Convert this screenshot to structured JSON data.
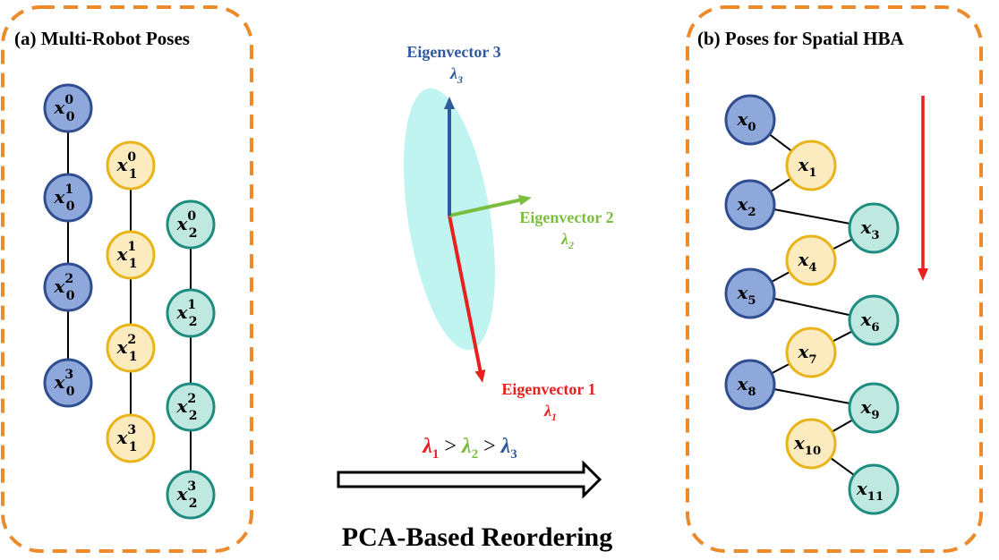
{
  "colors": {
    "panel_border": "#ED8B2C",
    "robot0_fill": "#8FA8DC",
    "robot0_stroke": "#2F4D8F",
    "robot1_fill": "#FDEBC0",
    "robot1_stroke": "#E8B419",
    "robot2_fill": "#BFE8E0",
    "robot2_stroke": "#1E8C7E",
    "ellipse_fill": "#BDF3EF",
    "eig1": "#E8201E",
    "eig2": "#7BBE3F",
    "eig3": "#2F5A9E",
    "down_arrow": "#E8201E"
  },
  "left_panel": {
    "title": "(a) Multi-Robot Poses",
    "robots": [
      {
        "name": "robot0",
        "poses": [
          {
            "base": "x",
            "sub": "0",
            "sup": "0"
          },
          {
            "base": "x",
            "sub": "0",
            "sup": "1"
          },
          {
            "base": "x",
            "sub": "0",
            "sup": "2"
          },
          {
            "base": "x",
            "sub": "0",
            "sup": "3"
          }
        ]
      },
      {
        "name": "robot1",
        "poses": [
          {
            "base": "x",
            "sub": "1",
            "sup": "0"
          },
          {
            "base": "x",
            "sub": "1",
            "sup": "1"
          },
          {
            "base": "x",
            "sub": "1",
            "sup": "2"
          },
          {
            "base": "x",
            "sub": "1",
            "sup": "3"
          }
        ]
      },
      {
        "name": "robot2",
        "poses": [
          {
            "base": "x",
            "sub": "2",
            "sup": "0"
          },
          {
            "base": "x",
            "sub": "2",
            "sup": "1"
          },
          {
            "base": "x",
            "sub": "2",
            "sup": "2"
          },
          {
            "base": "x",
            "sub": "2",
            "sup": "3"
          }
        ]
      }
    ]
  },
  "pca": {
    "eigenvector1": {
      "label": "Eigenvector 1",
      "lambda": "λ",
      "lambda_sub": "1"
    },
    "eigenvector2": {
      "label": "Eigenvector 2",
      "lambda": "λ",
      "lambda_sub": "2"
    },
    "eigenvector3": {
      "label": "Eigenvector 3",
      "lambda": "λ",
      "lambda_sub": "3"
    },
    "inequality": {
      "terms": [
        {
          "symbol": "λ",
          "sub": "1"
        },
        {
          "op": ">"
        },
        {
          "symbol": "λ",
          "sub": "2"
        },
        {
          "op": ">"
        },
        {
          "symbol": "λ",
          "sub": "3"
        }
      ]
    },
    "caption": "PCA-Based Reordering"
  },
  "right_panel": {
    "title": "(b) Poses for Spatial HBA",
    "poses": [
      {
        "base": "x",
        "sub": "0",
        "robot": 0
      },
      {
        "base": "x",
        "sub": "1",
        "robot": 1
      },
      {
        "base": "x",
        "sub": "2",
        "robot": 0
      },
      {
        "base": "x",
        "sub": "3",
        "robot": 2
      },
      {
        "base": "x",
        "sub": "4",
        "robot": 1
      },
      {
        "base": "x",
        "sub": "5",
        "robot": 0
      },
      {
        "base": "x",
        "sub": "6",
        "robot": 2
      },
      {
        "base": "x",
        "sub": "7",
        "robot": 1
      },
      {
        "base": "x",
        "sub": "8",
        "robot": 0
      },
      {
        "base": "x",
        "sub": "9",
        "robot": 2
      },
      {
        "base": "x",
        "sub": "10",
        "robot": 1
      },
      {
        "base": "x",
        "sub": "11",
        "robot": 2
      }
    ]
  }
}
